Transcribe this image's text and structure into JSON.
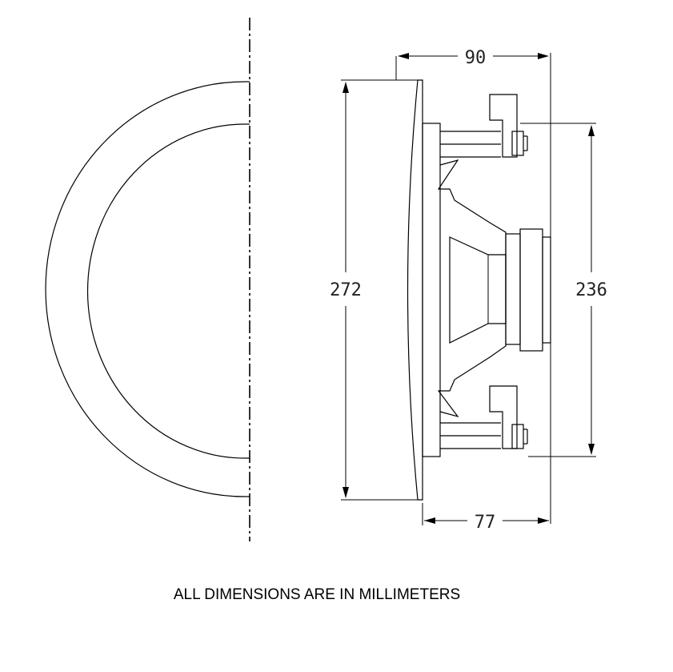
{
  "dimensions": {
    "depth_overall": "90",
    "depth_mount": "77",
    "flange_diameter": "272",
    "cutout_diameter": "236"
  },
  "note": "ALL DIMENSIONS ARE IN MILLIMETERS"
}
